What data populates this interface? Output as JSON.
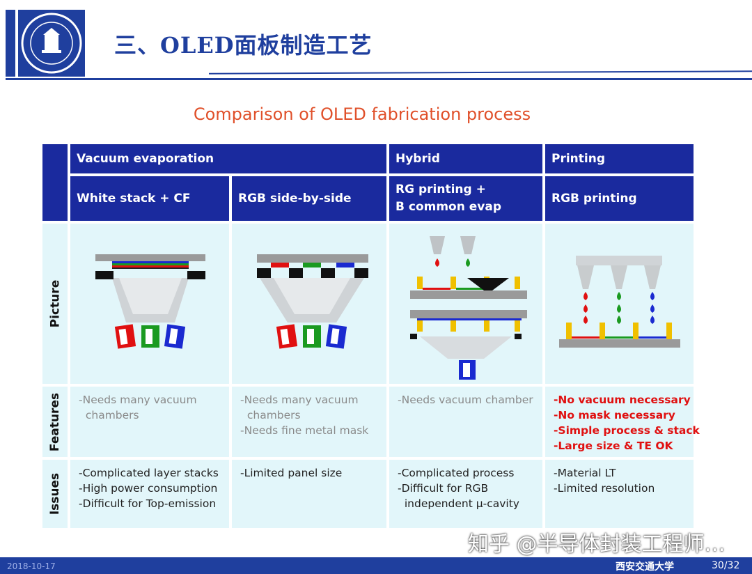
{
  "slide": {
    "title": "三、OLED面板制造工艺",
    "subtitle": "Comparison of OLED fabrication process"
  },
  "table": {
    "groups": [
      "Vacuum evaporation",
      "Hybrid",
      "Printing"
    ],
    "methods": [
      "White stack + CF",
      "RGB side-by-side",
      "RG printing +\nB common evap",
      "RGB printing"
    ],
    "row_labels": [
      "Picture",
      "Features",
      "Issues"
    ],
    "features": [
      "-Needs many vacuum\n  chambers",
      "-Needs many vacuum\n  chambers\n-Needs fine metal mask",
      "-Needs vacuum chamber",
      "-No vacuum necessary\n-No mask necessary\n-Simple process & stack\n-Large size & TE OK"
    ],
    "issues": [
      "-Complicated layer stacks\n-High power consumption\n-Difficult for Top-emission",
      "-Limited panel size",
      "-Complicated process\n-Difficult for RGB\n  independent μ-cavity",
      "-Material LT\n-Limited resolution"
    ]
  },
  "footer": {
    "date": "2018-10-17",
    "university": "西安交通大学",
    "page": "30/32"
  },
  "watermark": "知乎 @半导体封装工程师…",
  "colors": {
    "header_blue": "#1a2a9e",
    "cell_bg": "#e2f6fa",
    "subtitle_orange": "#e0502a",
    "advantage_red": "#e01010"
  }
}
